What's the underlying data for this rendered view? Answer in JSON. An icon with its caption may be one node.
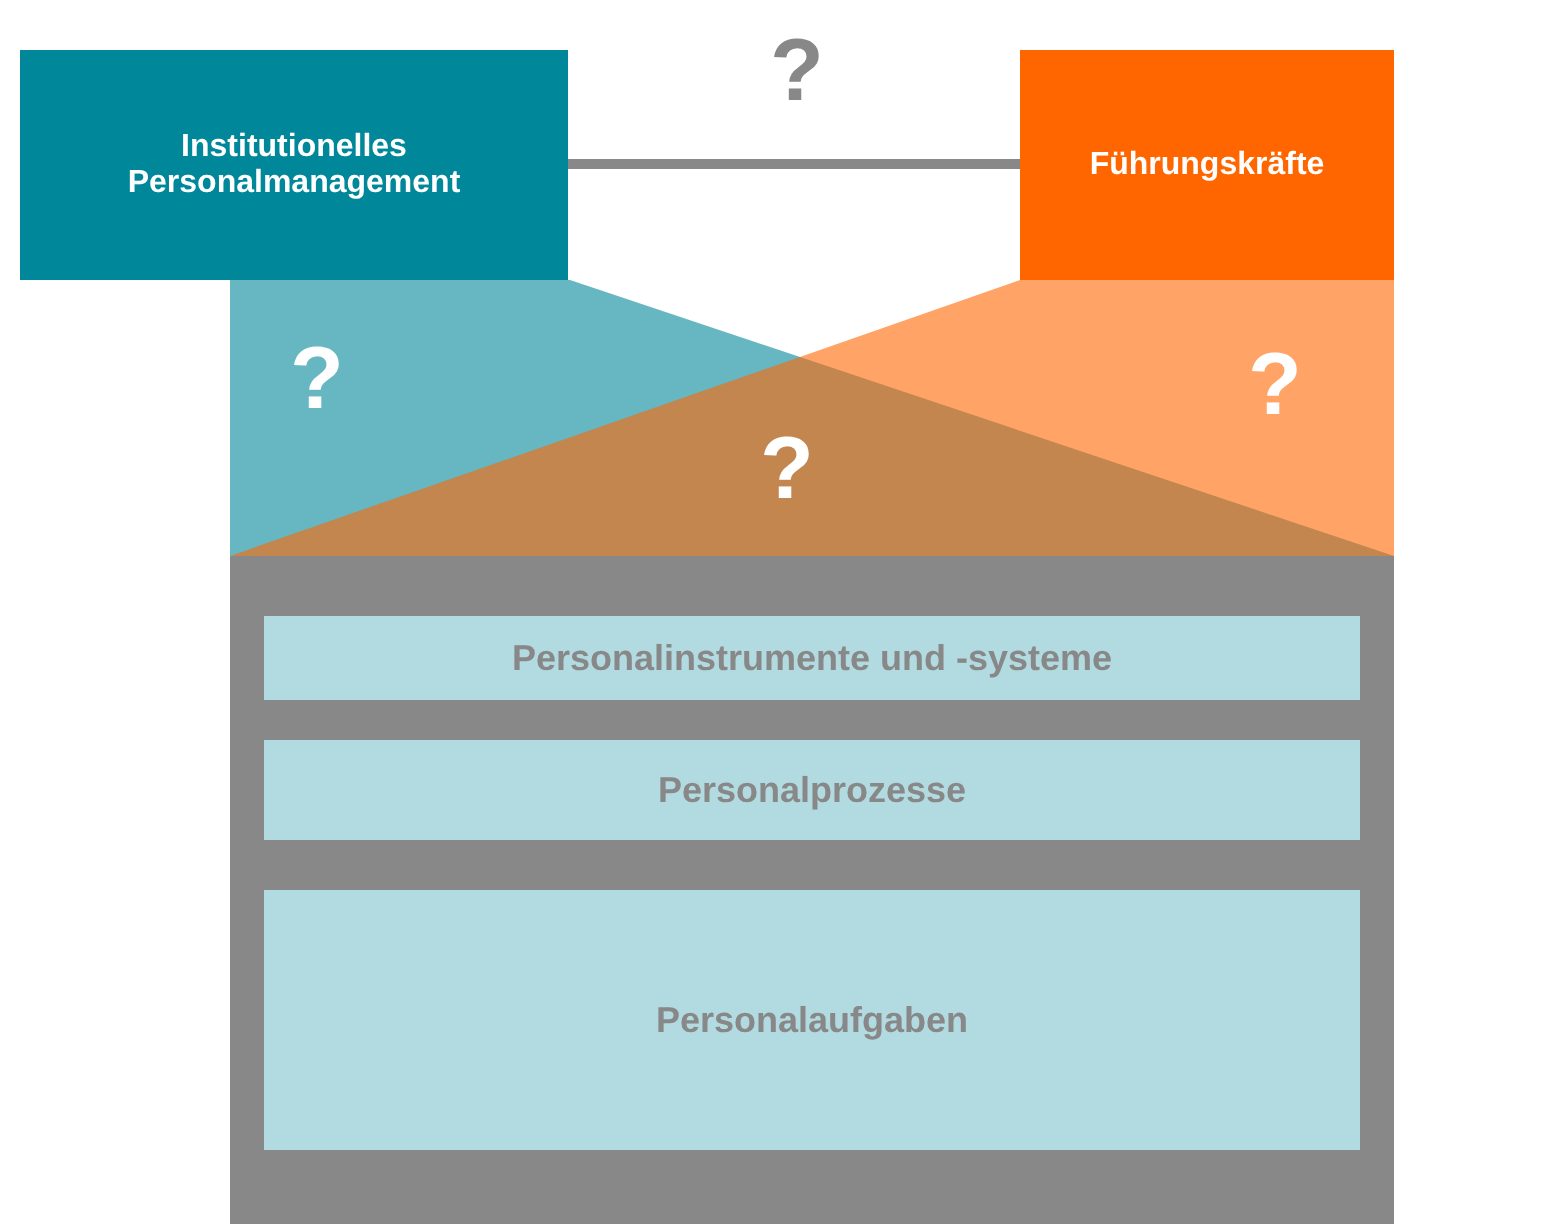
{
  "diagram": {
    "nodes": [
      {
        "text": [
          "Institutionelles Personalmanagement"
        ]
      },
      {
        "text": [
          "Führungskräfte"
        ]
      },
      {
        "text": [],
        "shape": "box"
      },
      {
        "text": [
          "Personalinstrumente und -systeme"
        ],
        "in": 2
      },
      {
        "text": [
          "Personalprozesse"
        ],
        "in": 2
      },
      {
        "text": [
          "Personalaufgaben"
        ],
        "in": 2
      }
    ],
    "edges": [
      {
        "from": 0,
        "to": 1,
        "arrow": "none",
        "label": "?"
      }
    ],
    "labels": [
      "?",
      "?",
      "?"
    ]
  }
}
